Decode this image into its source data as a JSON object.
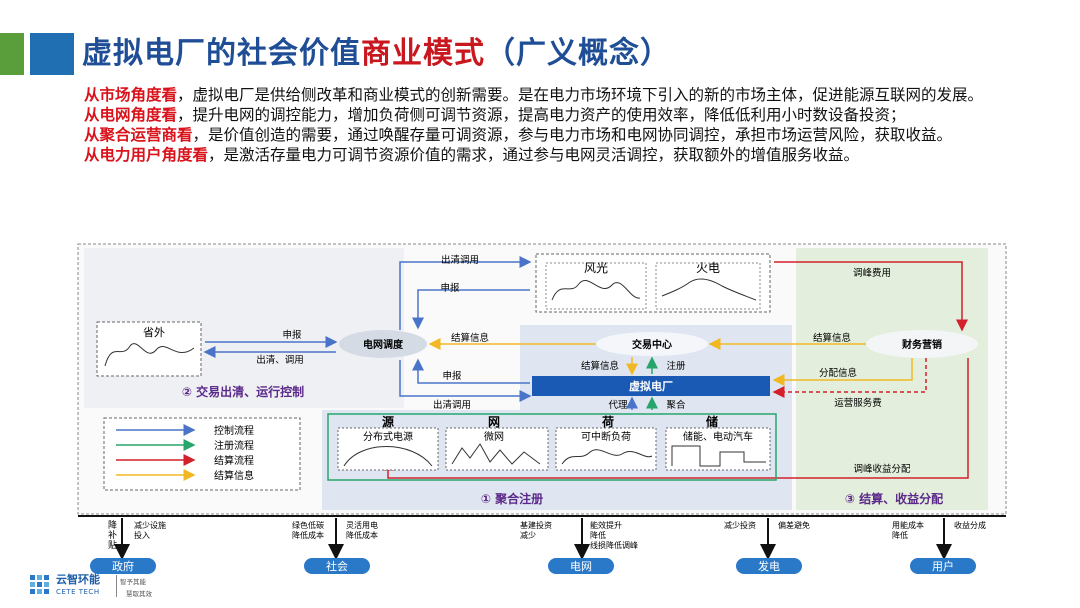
{
  "title": {
    "part1": "虚拟电厂的社会价值",
    "part2": "商业模式",
    "part3": "（广义概念）"
  },
  "paragraphs": [
    {
      "keyword": "从市场角度看",
      "text": "，虚拟电厂是供给侧改革和商业模式的创新需要。是在电力市场环境下引入的新的市场主体，促进能源互联网的发展。"
    },
    {
      "keyword": "从电网角度看",
      "text": "，提升电网的调控能力，增加负荷侧可调节资源，提高电力资产的使用效率，降低低利用小时数设备投资；"
    },
    {
      "keyword": "从聚合运营商看",
      "text": "，是价值创造的需要，通过唤醒存量可调资源，参与电力市场和电网协同调控，承担市场运营风险，获取收益。"
    },
    {
      "keyword": "从电力用户角度看",
      "text": "，是激活存量电力可调节资源价值的需求，通过参与电网灵活调控，获取额外的增值服务收益。"
    }
  ],
  "diagram": {
    "nodes": {
      "grid_dispatch": "电网调度",
      "trading_center": "交易中心",
      "vpp": "虚拟电厂",
      "finance": "财务营销",
      "province_out": "省外",
      "wind_solar": "风光",
      "thermal": "火电"
    },
    "flow_labels": {
      "clear_dispatch_top": "出清调用",
      "declare_top": "申报",
      "declare_left": "申报",
      "clear_call_left": "出清、调用",
      "settle_info_left": "结算信息",
      "settle_info_mid": "结算信息",
      "register": "注册",
      "declare_low": "申报",
      "clear_dispatch_low": "出清调用",
      "agent": "代理",
      "aggregate": "聚合",
      "settle_info_right": "结算信息",
      "dist_info": "分配信息",
      "ops_fee": "运营服务费",
      "peak_fee": "调峰费用",
      "peak_income_dist": "调峰收益分配"
    },
    "resource_groups": [
      {
        "header": "源",
        "label": "分布式电源"
      },
      {
        "header": "网",
        "label": "微网"
      },
      {
        "header": "荷",
        "label": "可中断负荷"
      },
      {
        "header": "储",
        "label": "储能、电动汽车"
      }
    ],
    "stages": {
      "stage1": "① 聚合注册",
      "stage2": "② 交易出清、运行控制",
      "stage3": "③ 结算、收益分配"
    },
    "legend": [
      {
        "label": "控制流程",
        "color": "#4a74c9"
      },
      {
        "label": "注册流程",
        "color": "#27a56a"
      },
      {
        "label": "结算流程",
        "color": "#d3202a"
      },
      {
        "label": "结算信息",
        "color": "#f2b824"
      }
    ]
  },
  "beneficiaries": [
    {
      "name": "政府",
      "items": [
        "降补贴",
        "减少设施投入"
      ]
    },
    {
      "name": "社会",
      "items": [
        "绿色低碳降低成本",
        "灵活用电降低成本"
      ]
    },
    {
      "name": "电网",
      "items": [
        "基建投资减少",
        "能效提升降低",
        "线损降低调峰"
      ]
    },
    {
      "name": "发电",
      "items": [
        "减少投资",
        "偏差避免"
      ]
    },
    {
      "name": "用户",
      "items": [
        "用能成本降低",
        "收益分成"
      ]
    }
  ],
  "logo": {
    "name": "云智环能",
    "sub": "CETE TECH",
    "slogan1": "智予其能",
    "slogan2": "慧取其效"
  },
  "colors": {
    "title_blue": "#1f4e96",
    "title_red": "#c8171e",
    "keyword_red": "#d9121b",
    "accent_blue": "#1f6fb2",
    "accent_green": "#5a9e3c"
  }
}
